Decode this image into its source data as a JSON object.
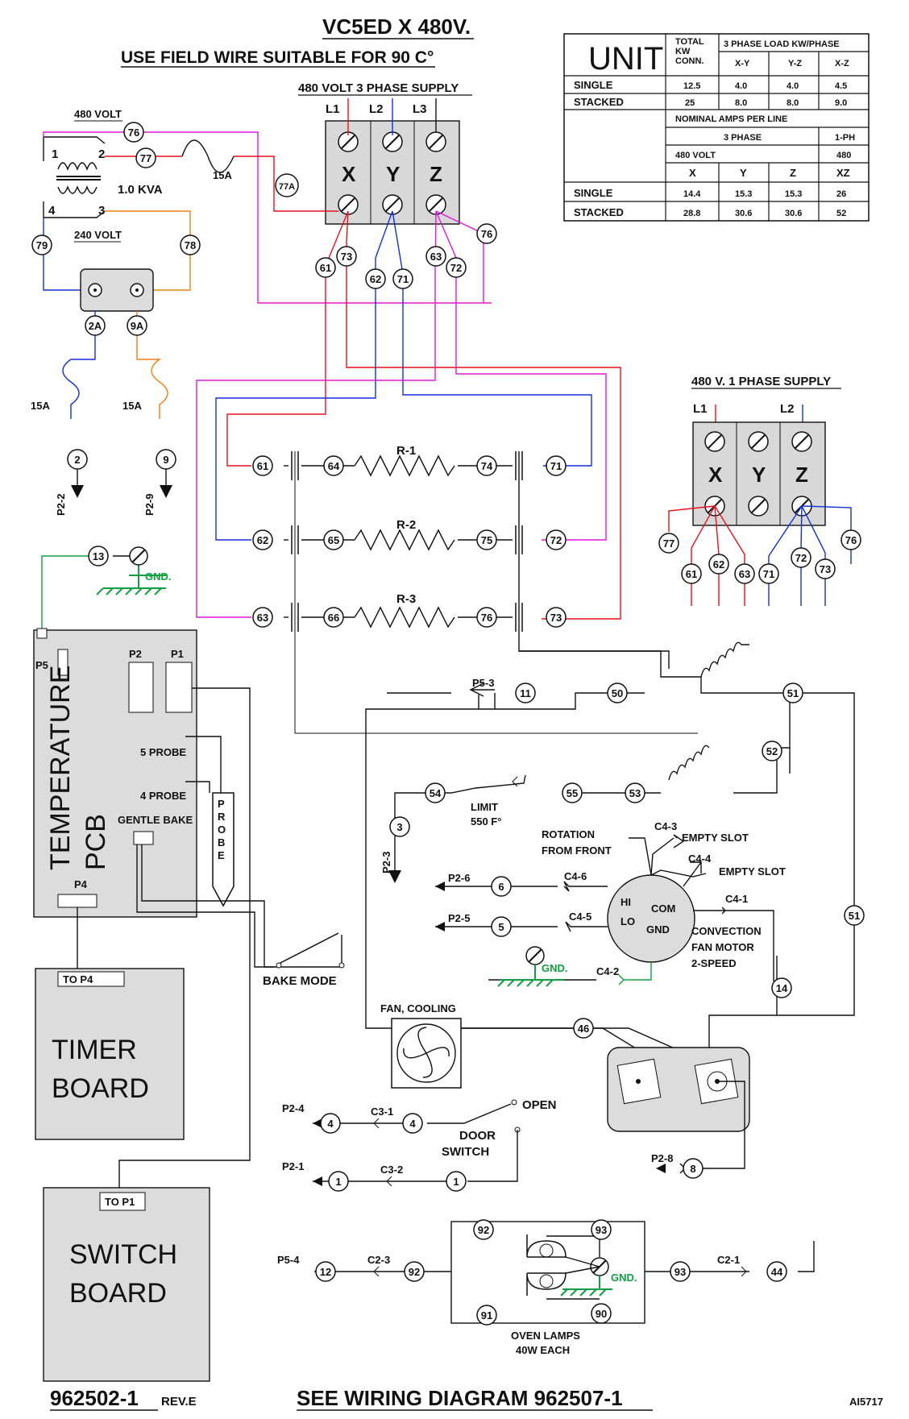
{
  "header": {
    "title": "VC5ED X 480V.",
    "field_wire_note": "USE FIELD WIRE SUITABLE FOR 90 C°",
    "supply_3ph": "480 VOLT 3 PHASE SUPPLY"
  },
  "table": {
    "title": "UNIT",
    "h_total1": "TOTAL",
    "h_total2": "KW",
    "h_total3": "CONN.",
    "h_load": "3 PHASE LOAD KW/PHASE",
    "cols_kw": [
      "X-Y",
      "Y-Z",
      "X-Z"
    ],
    "rows_kw": [
      [
        "SINGLE",
        "12.5",
        "4.0",
        "4.0",
        "4.5"
      ],
      [
        "STACKED",
        "25",
        "8.0",
        "8.0",
        "9.0"
      ]
    ],
    "h_amps": "NOMINAL AMPS PER LINE",
    "h_3ph": "3 PHASE",
    "h_1ph": "1-PH",
    "h_480": "480 VOLT",
    "h_480b": "480",
    "cols_amp": [
      "X",
      "Y",
      "Z",
      "XZ"
    ],
    "rows_amp": [
      [
        "SINGLE",
        "14.4",
        "15.3",
        "15.3",
        "26"
      ],
      [
        "STACKED",
        "28.8",
        "30.6",
        "30.6",
        "52"
      ]
    ]
  },
  "terminal3": {
    "l1": "L1",
    "l2": "L2",
    "l3": "L3",
    "x": "X",
    "y": "Y",
    "z": "Z"
  },
  "terminal1": {
    "title": "480 V. 1 PHASE SUPPLY",
    "l1": "L1",
    "l2": "L2",
    "x": "X",
    "y": "Y",
    "z": "Z"
  },
  "transformer": {
    "t1": "1",
    "t2": "2",
    "t3": "3",
    "t4": "4",
    "rating": "1.0 KVA",
    "primary": "480 VOLT",
    "secondary": "240 VOLT"
  },
  "fuses": {
    "f1": "15A",
    "f2": "15A",
    "f3": "15A"
  },
  "elements": {
    "r1": "R-1",
    "r2": "R-2",
    "r3": "R-3"
  },
  "grounds": {
    "g1": "GND.",
    "g2": "GND.",
    "g3": "GND."
  },
  "pcb": {
    "p5": "P5",
    "p2": "P2",
    "p1": "P1",
    "p4": "P4",
    "probe5": "5 PROBE",
    "probe4": "4 PROBE",
    "gentle_bake": "GENTLE BAKE",
    "title1": "TEMPERATURE",
    "title2": "PCB"
  },
  "probe": {
    "p": "P",
    "r": "R",
    "o": "O",
    "b": "B",
    "e": "E"
  },
  "switches": {
    "bake_mode": "BAKE MODE"
  },
  "timer": {
    "to": "TO P4",
    "l1": "TIMER",
    "l2": "BOARD"
  },
  "switchboard": {
    "to": "TO P1",
    "l1": "SWITCH",
    "l2": "BOARD"
  },
  "limit": {
    "name": "LIMIT",
    "temp": "550 F°"
  },
  "motor": {
    "hi": "HI",
    "lo": "LO",
    "com": "COM",
    "gnd": "GND",
    "rot1": "ROTATION",
    "rot2": "FROM FRONT",
    "d1": "CONVECTION",
    "d2": "FAN MOTOR",
    "d3": "2-SPEED",
    "c43": "C4-3",
    "c44": "C4-4",
    "c46": "C4-6",
    "c45": "C4-5",
    "c41": "C4-1",
    "c42": "C4-2",
    "slot1": "EMPTY SLOT",
    "slot2": "EMPTY SLOT"
  },
  "fan": {
    "label": "FAN, COOLING"
  },
  "door": {
    "c31": "C3-1",
    "c32": "C3-2",
    "open": "OPEN",
    "l1": "DOOR",
    "l2": "SWITCH"
  },
  "lamps": {
    "l1": "OVEN LAMPS",
    "l2": "40W EACH",
    "c23": "C2-3",
    "c21": "C2-1"
  },
  "outputs": {
    "p22": "P2-2",
    "p29": "P2-9",
    "p23": "P2-3",
    "p53": "P5-3",
    "p26": "P2-6",
    "p25": "P2-5",
    "p24": "P2-4",
    "p21": "P2-1",
    "p28": "P2-8",
    "p54": "P5-4"
  },
  "wire_numbers": [
    "76",
    "77",
    "77A",
    "79",
    "78",
    "2A",
    "9A",
    "2",
    "9",
    "61",
    "73",
    "62",
    "71",
    "63",
    "72",
    "76",
    "61",
    "64",
    "74",
    "71",
    "62",
    "65",
    "75",
    "72",
    "63",
    "66",
    "76",
    "73",
    "77",
    "61",
    "62",
    "63",
    "71",
    "72",
    "73",
    "76",
    "13",
    "11",
    "50",
    "51",
    "52",
    "54",
    "55",
    "53",
    "3",
    "6",
    "5",
    "51",
    "14",
    "46",
    "4",
    "4",
    "8",
    "1",
    "1",
    "92",
    "93",
    "12",
    "92",
    "93",
    "44",
    "91",
    "90"
  ],
  "footer": {
    "part": "962502-1",
    "rev": "REV.E",
    "see": "SEE WIRING DIAGRAM 962507-1",
    "code": "AI5717"
  }
}
